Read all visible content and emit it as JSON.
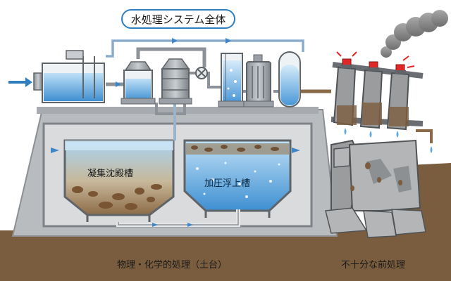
{
  "title": "水処理システム全体",
  "labels": {
    "sedimentation_tank": "凝集沈殿槽",
    "flotation_tank": "加圧浮上槽",
    "foundation": "物理・化学的処理（土台）",
    "pretreatment": "不十分な前処理"
  },
  "colors": {
    "water": "#5ea8e0",
    "pipe": "#9aa0a6",
    "concrete": "#b9bcbf",
    "ground": "#7a5c3e",
    "sludge": "#8a6a48",
    "alarm": "#e02828"
  }
}
